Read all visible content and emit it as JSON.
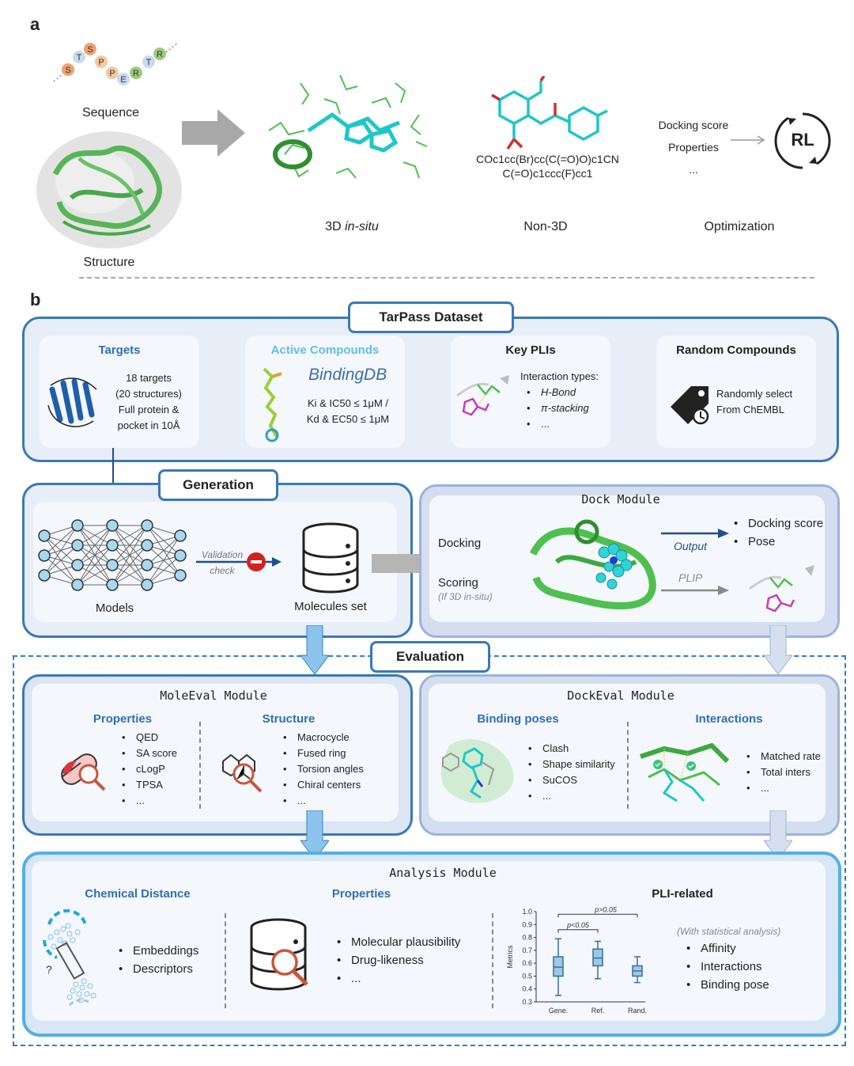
{
  "panel_a": {
    "label": "a",
    "seq_letters": [
      "S",
      "T",
      "S",
      "P",
      "P",
      "E",
      "R",
      "T",
      "R"
    ],
    "sequence_label": "Sequence",
    "structure_label": "Structure",
    "insitu_label_pre": "3D ",
    "insitu_label_em": "in-situ",
    "smiles_line1": "COc1cc(Br)cc(C(=O)O)c1CN",
    "smiles_line2": "C(=O)c1ccc(F)cc1",
    "non3d_label": "Non-3D",
    "opt_items": [
      "Docking score",
      "Properties",
      "..."
    ],
    "rl_label": "RL",
    "optimization_label": "Optimization"
  },
  "panel_b": {
    "label": "b",
    "dataset_title": "TarPass Dataset",
    "targets": {
      "title": "Targets",
      "lines": [
        "18 targets",
        "(20 structures)",
        "Full protein &",
        "pocket in 10Å"
      ]
    },
    "actives": {
      "title": "Active Compounds",
      "db": "BindingDB",
      "lines": [
        "Ki & IC50 ≤ 1μM /",
        "Kd & EC50 ≤ 1μM"
      ]
    },
    "plis": {
      "title": "Key PLIs",
      "intro": "Interaction types:",
      "items": [
        "H-Bond",
        "π-stacking",
        "..."
      ]
    },
    "random": {
      "title": "Random Compounds",
      "lines": [
        "Randomly select",
        "From ChEMBL"
      ]
    },
    "generation_title": "Generation",
    "models_label": "Models",
    "validation_label1": "Validation",
    "validation_label2": "check",
    "molecules_label": "Molecules set",
    "dock_module_title": "Dock Module",
    "docking_label": "Docking",
    "scoring_label": "Scoring",
    "scoring_note": "(If 3D in-situ)",
    "output_label": "Output",
    "plip_label": "PLIP",
    "dock_outputs": [
      "Docking score",
      "Pose"
    ],
    "evaluation_title": "Evaluation",
    "moleeval": {
      "title": "MoleEval Module",
      "properties_title": "Properties",
      "properties": [
        "QED",
        "SA score",
        "cLogP",
        "TPSA",
        "..."
      ],
      "structure_title": "Structure",
      "structure": [
        "Macrocycle",
        "Fused ring",
        "Torsion angles",
        "Chiral centers",
        "..."
      ]
    },
    "dockeval": {
      "title": "DockEval Module",
      "poses_title": "Binding poses",
      "poses": [
        "Clash",
        "Shape similarity",
        "SuCOS",
        "..."
      ],
      "interactions_title": "Interactions",
      "interactions": [
        "Matched rate",
        "Total inters",
        "..."
      ]
    },
    "analysis": {
      "title": "Analysis Module",
      "chem_title": "Chemical Distance",
      "chem_items": [
        "Embeddings",
        "Descriptors"
      ],
      "props_title": "Properties",
      "props_items": [
        "Molecular plausibility",
        "Drug-likeness",
        "..."
      ],
      "pli_title": "PLI-related",
      "pli_note": "(With statistical analysis)",
      "pli_items": [
        "Affinity",
        "Interactions",
        "Binding pose"
      ]
    }
  },
  "chart_data": {
    "type": "box",
    "ylabel": "Metrics",
    "xlabel": "",
    "ylim": [
      0.3,
      1.0
    ],
    "yticks": [
      "0.3",
      "0.4",
      "0.5",
      "0.6",
      "0.7",
      "0.8",
      "0.9",
      "1.0"
    ],
    "categories": [
      "Gene.",
      "Ref.",
      "Rand."
    ],
    "boxes": [
      {
        "whisker_low": 0.35,
        "q1": 0.5,
        "median": 0.57,
        "q3": 0.65,
        "whisker_high": 0.79
      },
      {
        "whisker_low": 0.48,
        "q1": 0.58,
        "median": 0.64,
        "q3": 0.71,
        "whisker_high": 0.77
      },
      {
        "whisker_low": 0.45,
        "q1": 0.5,
        "median": 0.54,
        "q3": 0.58,
        "whisker_high": 0.65
      }
    ],
    "annotations": [
      "p<0.05",
      "p>0.05"
    ],
    "colors": {
      "box_fill": "#9ec9e6",
      "box_stroke": "#3a6f9a"
    }
  }
}
